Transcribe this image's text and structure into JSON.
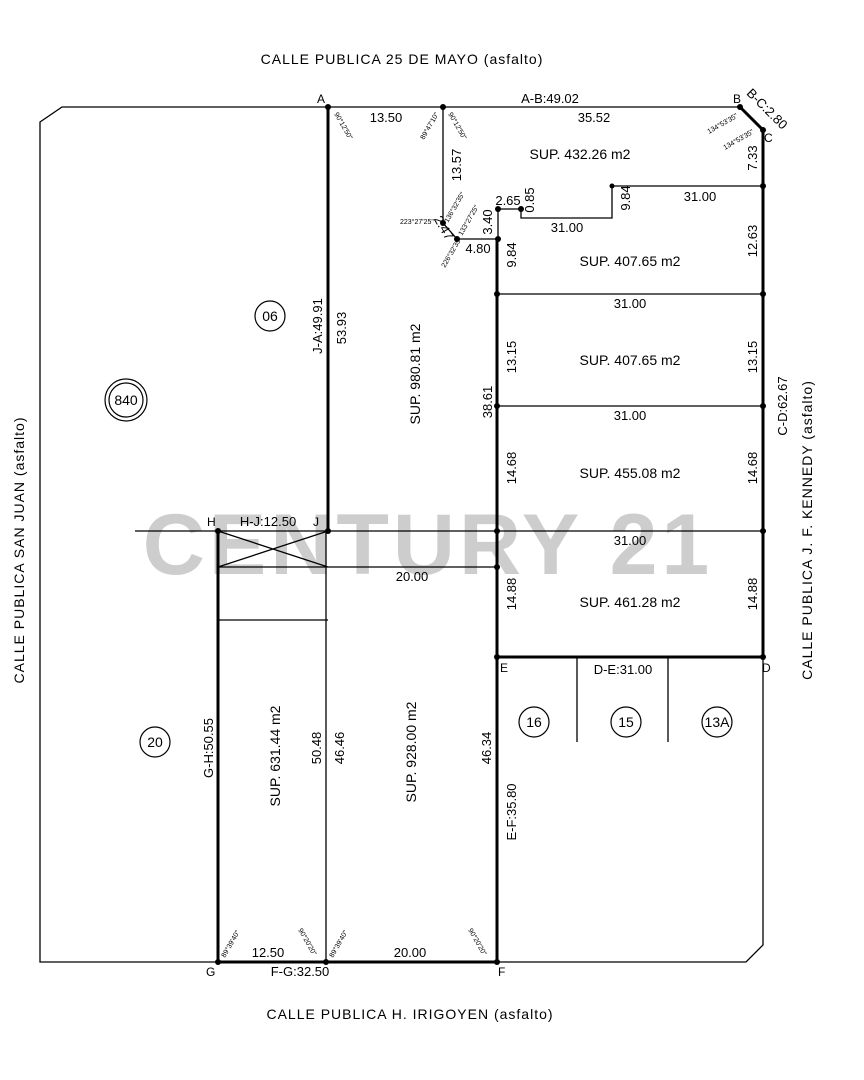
{
  "streets": {
    "top": "CALLE PUBLICA 25 DE MAYO (asfalto)",
    "bottom": "CALLE PUBLICA H. IRIGOYEN (asfalto)",
    "left": "CALLE PUBLICA SAN JUAN (asfalto)",
    "right": "CALLE PUBLICA J. F. KENNEDY (asfalto)"
  },
  "points": {
    "A": "A",
    "B": "B",
    "C": "C",
    "D": "D",
    "E": "E",
    "F": "F",
    "G": "G",
    "H": "H",
    "J": "J"
  },
  "sides": {
    "AB": "A-B:49.02",
    "BC": "B-C:2.80",
    "CD": "C-D:62.67",
    "DE": "D-E:31.00",
    "EF": "E-F:35.80",
    "FG": "F-G:32.50",
    "GH": "G-H:50.55",
    "HJ": "H-J:12.50",
    "JA": "J-A:49.91"
  },
  "dims": {
    "d1350": "13.50",
    "d3552": "35.52",
    "d1357": "13.57",
    "d265": "2.65",
    "d085": "0.85",
    "d340": "3.40",
    "d247": "2.47",
    "d480": "4.80",
    "d3100a": "31.00",
    "d984a": "9.84",
    "d3100b": "31.00",
    "d733": "7.33",
    "d984b": "9.84",
    "d1263": "12.63",
    "d3100c": "31.00",
    "d1315a": "13.15",
    "d1315b": "13.15",
    "d3861": "38.61",
    "d3100d": "31.00",
    "d1468a": "14.68",
    "d1468b": "14.68",
    "d3100e": "31.00",
    "d1488a": "14.88",
    "d1488b": "14.88",
    "d2000a": "20.00",
    "d5393": "53.93",
    "d5048": "50.48",
    "d4646": "46.46",
    "d4634": "46.34",
    "d1250": "12.50",
    "d2000b": "20.00"
  },
  "areas": {
    "a1": "SUP. 432.26 m2",
    "a2": "SUP. 407.65 m2",
    "a3": "SUP. 407.65 m2",
    "a4": "SUP. 455.08 m2",
    "a5": "SUP. 461.28 m2",
    "a6": "SUP. 980.81 m2",
    "a7": "SUP. 631.44 m2",
    "a8": "SUP. 928.00 m2"
  },
  "lots": {
    "l06": "06",
    "l840": "840",
    "l20": "20",
    "l16": "16",
    "l15": "15",
    "l13A": "13A"
  },
  "angles": {
    "g1": "90°12'50\"",
    "g2": "89°47'10\"",
    "g3": "90°12'50\"",
    "g4": "223°27'25\"",
    "g5": "136°32'35\"",
    "g6": "133°27'25\"",
    "g7": "226°32'35\"",
    "g8": "134°53'35\"",
    "g9": "134°53'35\"",
    "g10": "89°39'40\"",
    "g11": "90°20'20\"",
    "g12": "89°39'40\"",
    "g13": "90°20'20\""
  },
  "watermark": "CENTURY 21"
}
